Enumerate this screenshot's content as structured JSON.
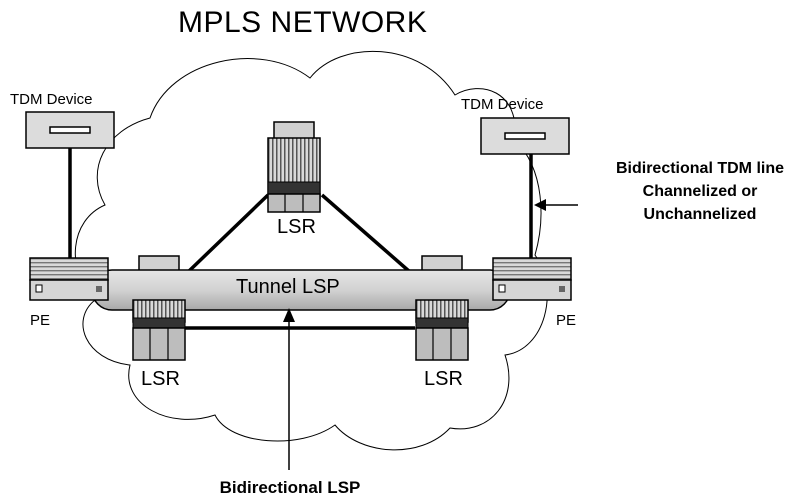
{
  "diagram": {
    "title": "MPLS NETWORK",
    "devices": {
      "tdm_left": "TDM  Device",
      "tdm_right": "TDM  Device",
      "pe_left": "PE",
      "pe_right": "PE",
      "lsr_top": "LSR",
      "lsr_left": "LSR",
      "lsr_right": "LSR"
    },
    "tunnel_label": "Tunnel LSP",
    "annotations": {
      "tdm_line_1": "Bidirectional TDM line",
      "tdm_line_2": "Channelized or",
      "tdm_line_3": "Unchannelized",
      "lsp": "Bidirectional LSP"
    },
    "colors": {
      "tunnel_fill": "#c8c8c8",
      "router_fill": "#bfbfbf",
      "line": "#000000"
    }
  }
}
